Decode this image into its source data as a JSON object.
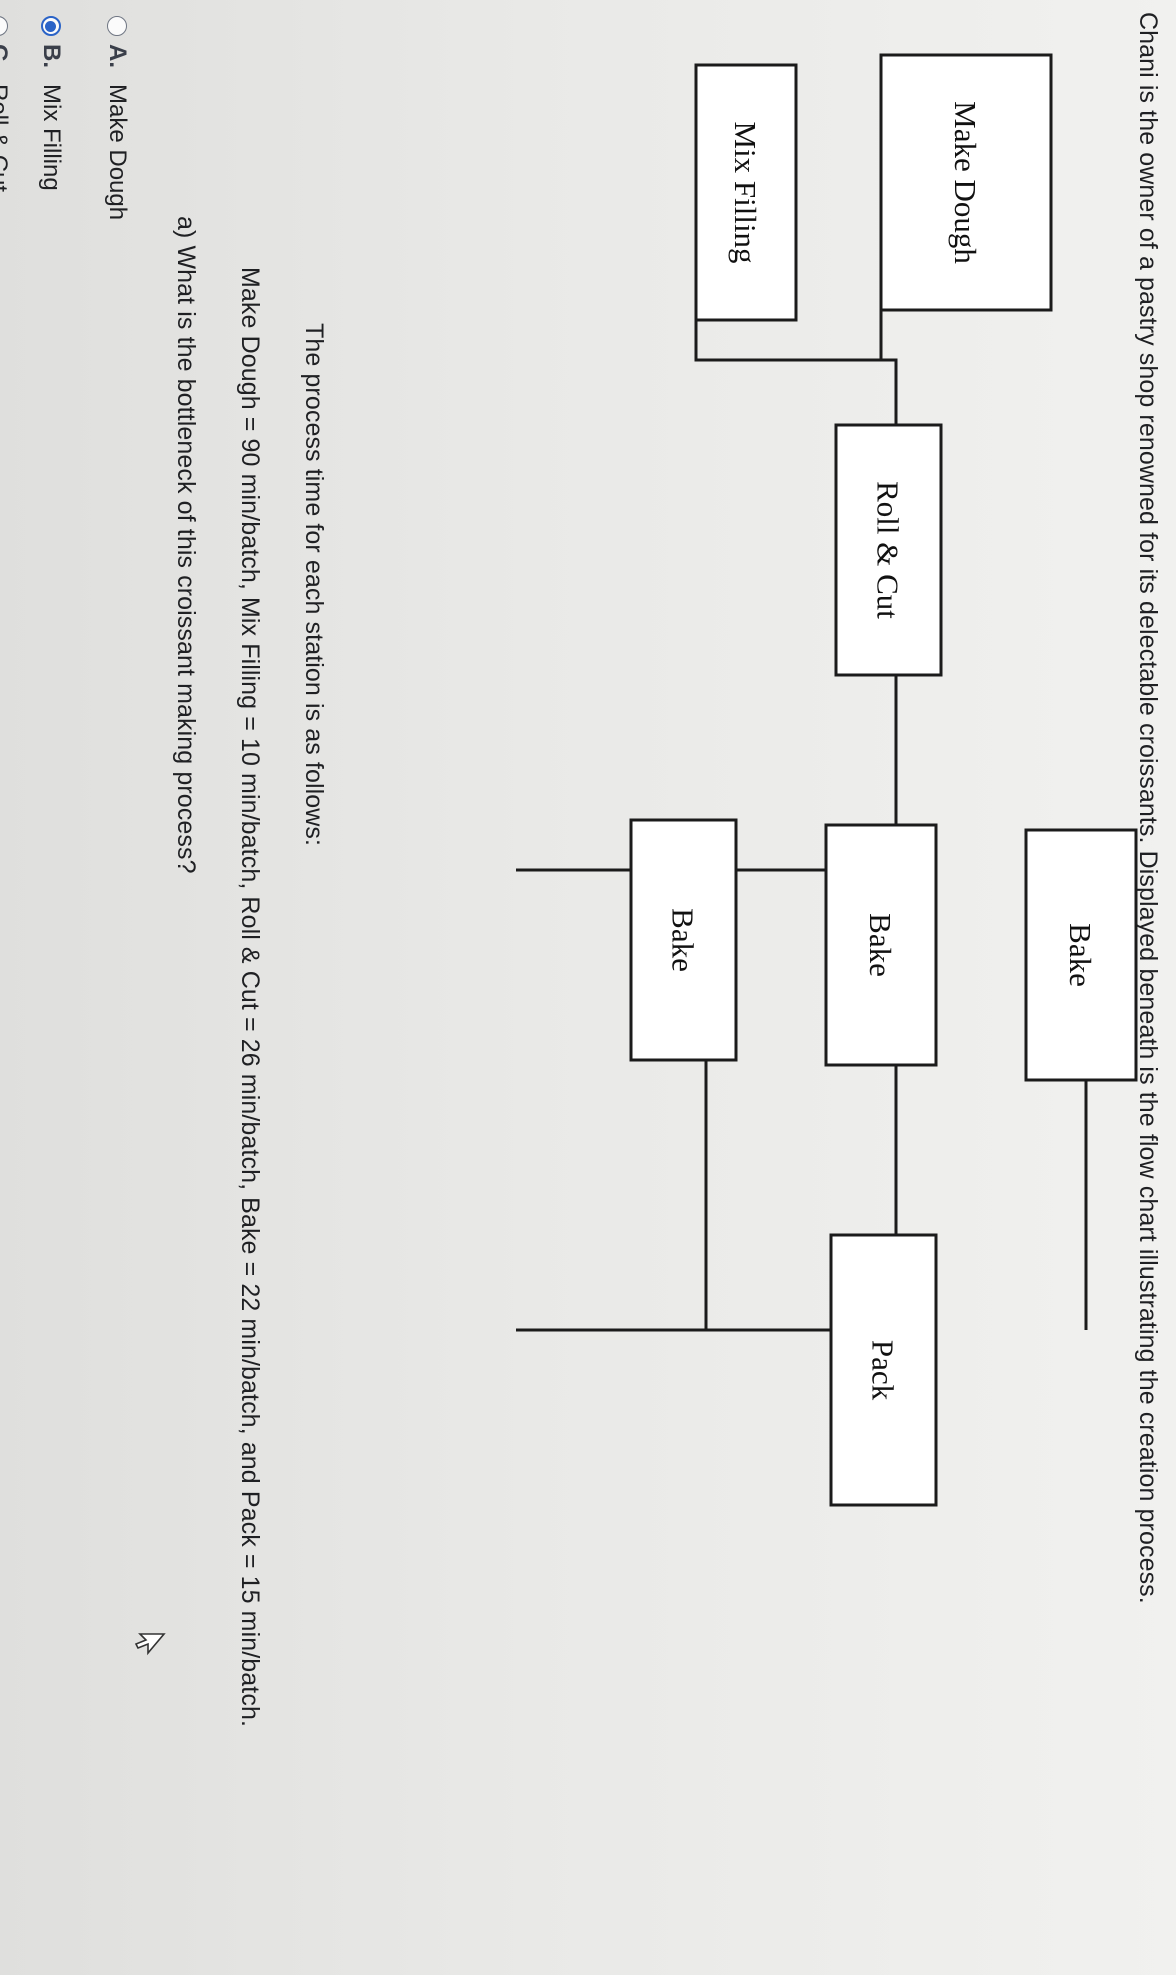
{
  "question": {
    "intro": "Chani is the owner of a pastry shop renowned for its delectable croissants. Displayed beneath is the flow chart illustrating the creation process.",
    "process_heading": "The process time for each station is as follows:",
    "process_times": "Make Dough = 90 min/batch, Mix Filling = 10 min/batch, Roll & Cut = 26 min/batch, Bake = 22 min/batch, and Pack = 15 min/batch.",
    "part_a": "a) What is the bottleneck of this croissant making process?"
  },
  "flowchart": {
    "make_dough": "Make Dough",
    "mix_filling": "Mix Filling",
    "roll_cut": "Roll & Cut",
    "bake_1": "Bake",
    "bake_2": "Bake",
    "bake_3": "Bake",
    "pack": "Pack"
  },
  "options": [
    {
      "letter": "A.",
      "label": "Make Dough",
      "selected": false
    },
    {
      "letter": "B.",
      "label": "Mix Filling",
      "selected": true
    },
    {
      "letter": "C.",
      "label": "Roll & Cut",
      "selected": false
    }
  ],
  "icons": {
    "cursor": "mouse-pointer-icon"
  },
  "colors": {
    "accent": "#2a63c7",
    "text": "#1f2023"
  }
}
